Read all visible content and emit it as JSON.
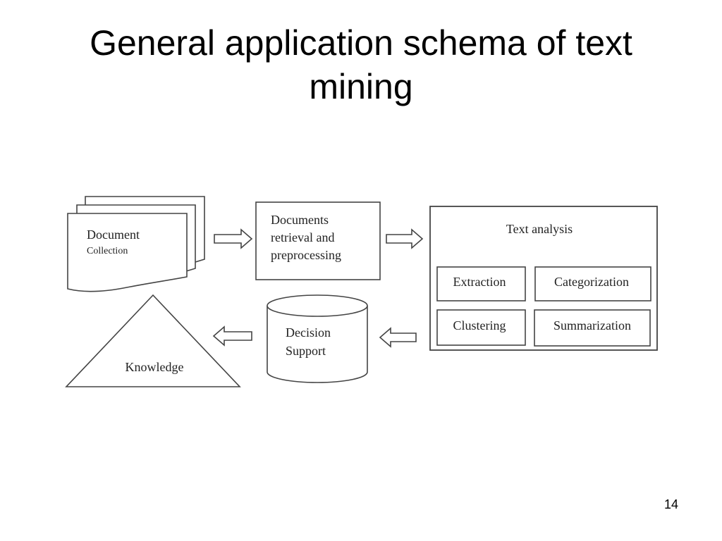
{
  "slide": {
    "title_line1": "General application schema of text",
    "title_line2": "mining",
    "page_number": "14"
  },
  "diagram": {
    "document_collection": {
      "line1": "Document",
      "line2": "Collection"
    },
    "retrieval": {
      "line1": "Documents",
      "line2": "retrieval and",
      "line3": "preprocessing"
    },
    "text_analysis": {
      "title": "Text analysis",
      "extraction": "Extraction",
      "categorization": "Categorization",
      "clustering": "Clustering",
      "summarization": "Summarization"
    },
    "decision_support": {
      "line1": "Decision",
      "line2": "Support"
    },
    "knowledge": "Knowledge"
  },
  "colors": {
    "stroke": "#444444",
    "text": "#222222",
    "background": "#ffffff"
  }
}
